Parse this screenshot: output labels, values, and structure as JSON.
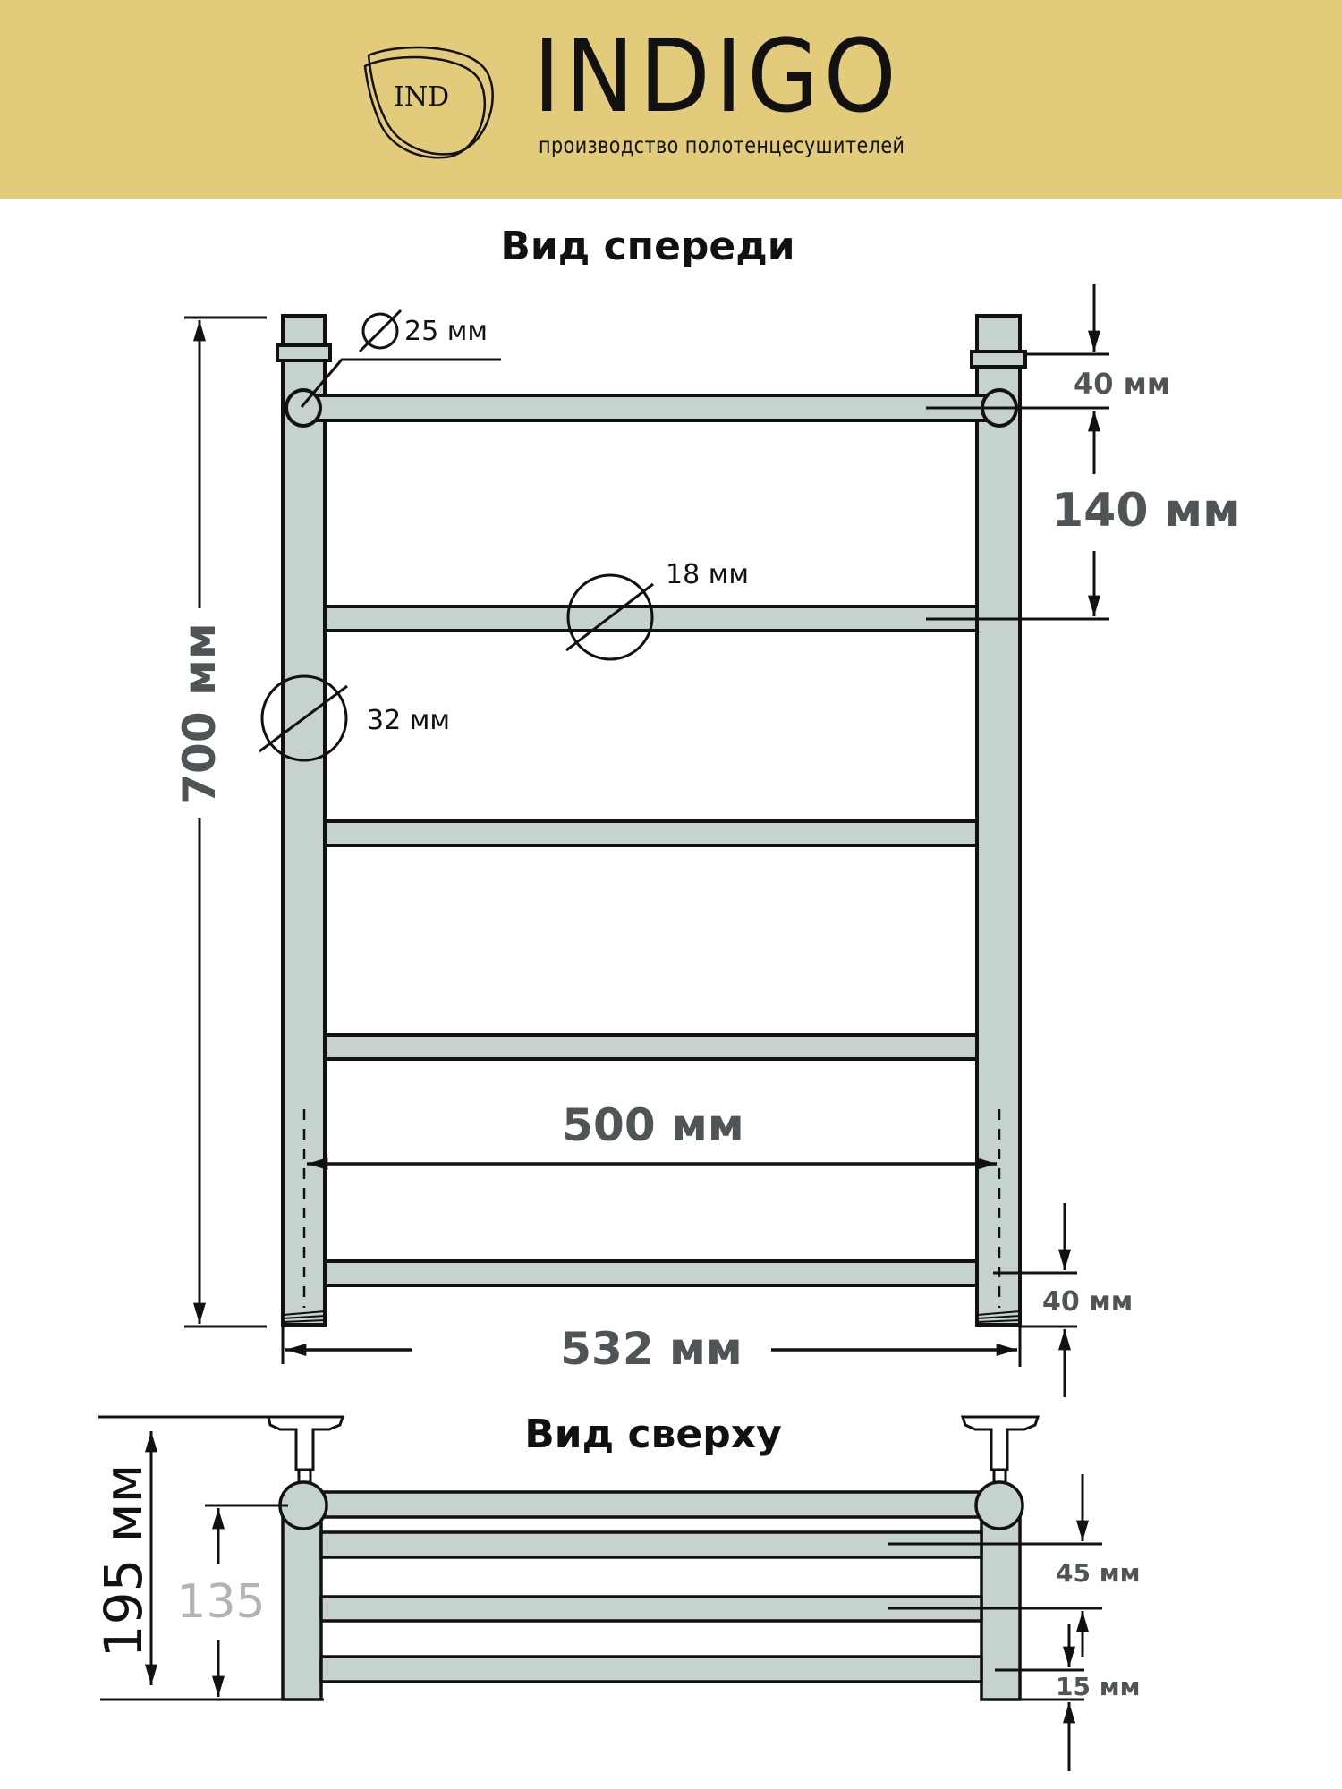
{
  "header": {
    "brand": "INDIGO",
    "logo_text": "IND",
    "subtitle": "производство полотенцесушителей",
    "background": "#e3cb7c"
  },
  "front_view": {
    "title": "Вид спереди",
    "labels": {
      "top_pipe_diameter": "25 мм",
      "rail_diameter": "18 мм",
      "column_diameter": "32 мм",
      "height": "700 мм",
      "top_offset": "40 мм",
      "rail_spacing": "140 мм",
      "center_distance": "500 мм",
      "bottom_offset": "40 мм",
      "total_width": "532 мм"
    },
    "rail_count": 5
  },
  "top_view": {
    "title": "Вид сверху",
    "labels": {
      "depth": "195 мм",
      "wall_to_axis": "135",
      "rail_spacing": "45 мм",
      "rail_gap": "15 мм"
    },
    "rail_count": 4
  },
  "colors": {
    "pipe_fill": "#c5d2cf",
    "outline": "#111111",
    "dimension_text": "#4f5556",
    "secondary_text": "#b2b4b4"
  }
}
